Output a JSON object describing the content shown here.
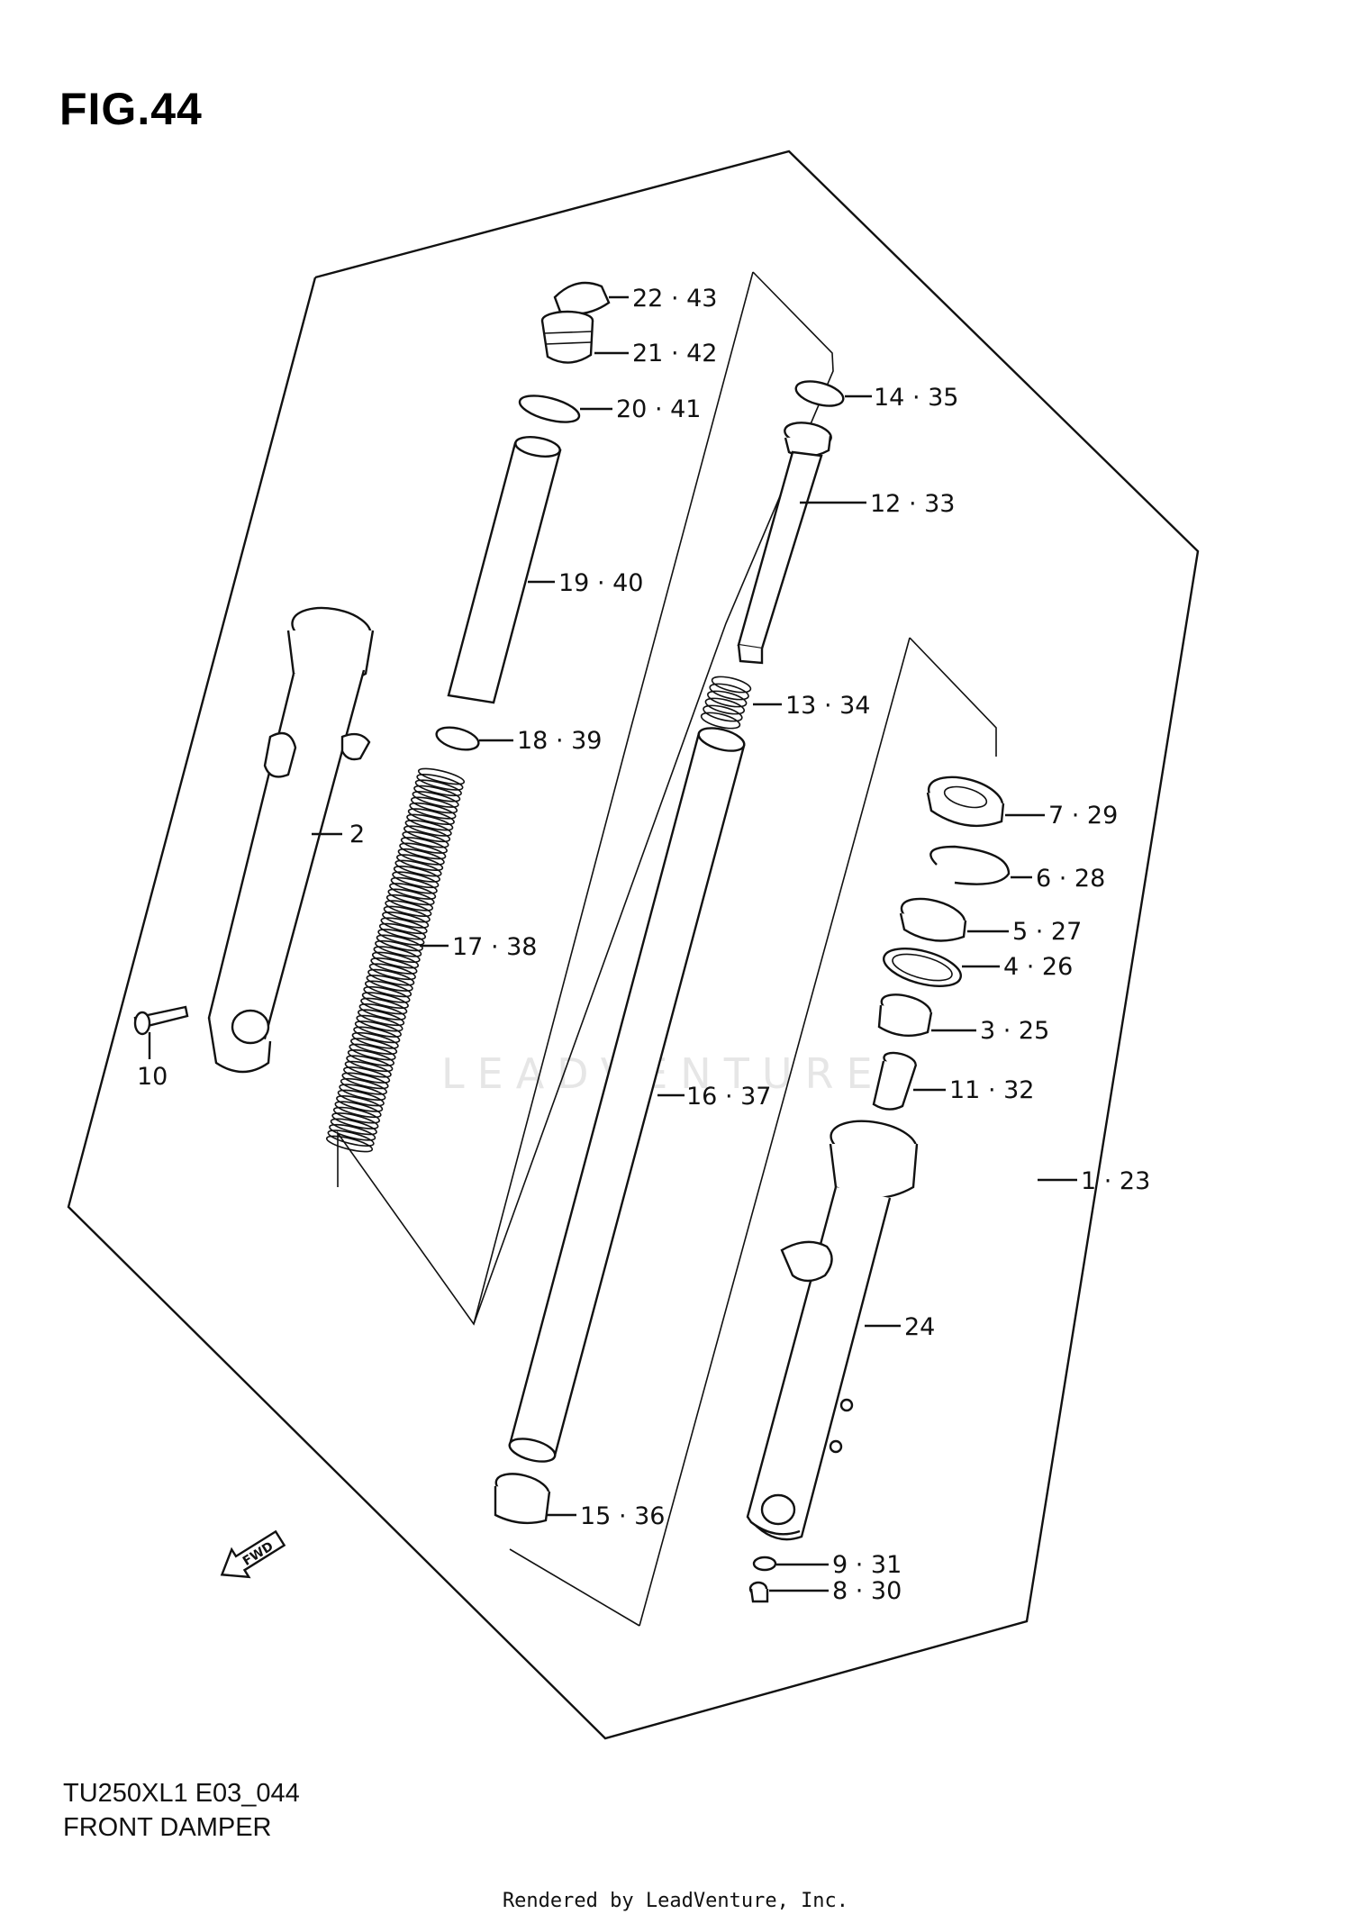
{
  "figure": {
    "title": "FIG.44"
  },
  "footer": {
    "model_code": "TU250XL1 E03_044",
    "section_name": "FRONT DAMPER",
    "rendered_by": "Rendered by LeadVenture, Inc."
  },
  "watermark": {
    "text": "LEADVENTURE"
  },
  "callouts": [
    {
      "id": "c-22-43",
      "label": "22 · 43"
    },
    {
      "id": "c-21-42",
      "label": "21 · 42"
    },
    {
      "id": "c-20-41",
      "label": "20 · 41"
    },
    {
      "id": "c-19-40",
      "label": "19 · 40"
    },
    {
      "id": "c-18-39",
      "label": "18 · 39"
    },
    {
      "id": "c-17-38",
      "label": "17 · 38"
    },
    {
      "id": "c-2",
      "label": "2"
    },
    {
      "id": "c-10",
      "label": "10"
    },
    {
      "id": "c-14-35",
      "label": "14 · 35"
    },
    {
      "id": "c-12-33",
      "label": "12 · 33"
    },
    {
      "id": "c-13-34",
      "label": "13 · 34"
    },
    {
      "id": "c-16-37",
      "label": "16 · 37"
    },
    {
      "id": "c-15-36",
      "label": "15 · 36"
    },
    {
      "id": "c-7-29",
      "label": "7 · 29"
    },
    {
      "id": "c-6-28",
      "label": "6 · 28"
    },
    {
      "id": "c-5-27",
      "label": "5 · 27"
    },
    {
      "id": "c-4-26",
      "label": "4 · 26"
    },
    {
      "id": "c-3-25",
      "label": "3 · 25"
    },
    {
      "id": "c-11-32",
      "label": "11 · 32"
    },
    {
      "id": "c-1-23",
      "label": "1 · 23"
    },
    {
      "id": "c-24",
      "label": "24"
    },
    {
      "id": "c-9-31",
      "label": "9 · 31"
    },
    {
      "id": "c-8-30",
      "label": "8 · 30"
    }
  ],
  "fwd_marker": {
    "label": "FWD"
  }
}
